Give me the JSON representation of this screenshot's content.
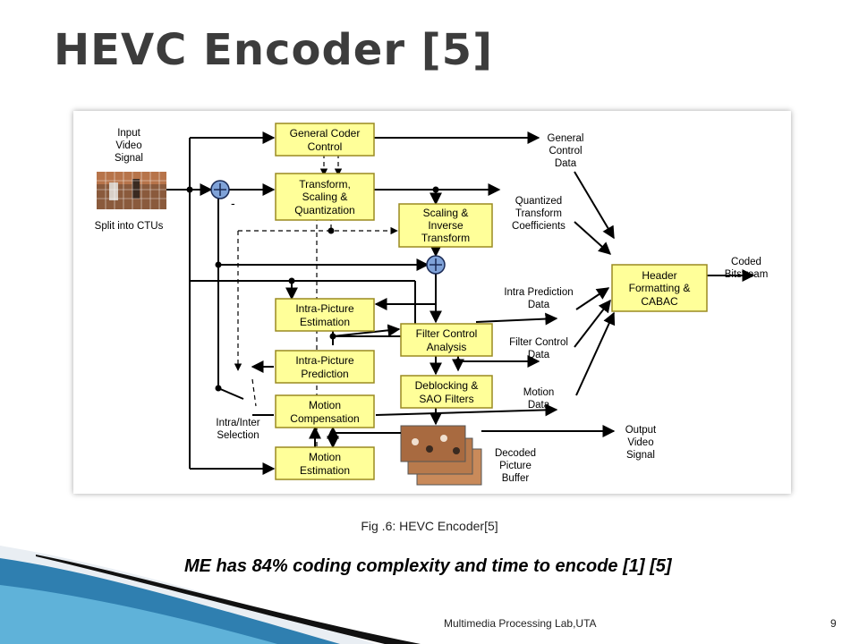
{
  "slide": {
    "title": "HEVC Encoder [5]",
    "caption": "Fig .6: HEVC Encoder[5]",
    "note": "ME has 84% coding complexity and time to encode [1] [5]",
    "footer_lab": "Multimedia Processing Lab,UTA",
    "page_number": "9"
  },
  "diagram": {
    "blocks": {
      "general_coder_control": [
        "General Coder",
        "Control"
      ],
      "transform": [
        "Transform,",
        "Scaling &",
        "Quantization"
      ],
      "scaling_inverse": [
        "Scaling &",
        "Inverse",
        "Transform"
      ],
      "intra_estimation": [
        "Intra-Picture",
        "Estimation"
      ],
      "intra_prediction": [
        "Intra-Picture",
        "Prediction"
      ],
      "filter_control": [
        "Filter Control",
        "Analysis"
      ],
      "deblocking": [
        "Deblocking &",
        "SAO Filters"
      ],
      "motion_compensation": [
        "Motion",
        "Compensation"
      ],
      "motion_estimation": [
        "Motion",
        "Estimation"
      ],
      "header": [
        "Header",
        "Formatting &",
        "CABAC"
      ]
    },
    "labels": {
      "input": [
        "Input",
        "Video",
        "Signal"
      ],
      "split": "Split into CTUs",
      "general_control_data": [
        "General",
        "Control",
        "Data"
      ],
      "quantized": [
        "Quantized",
        "Transform",
        "Coefficients"
      ],
      "coded_bitstream": [
        "Coded",
        "Bitstream"
      ],
      "intra_prediction_data": [
        "Intra Prediction",
        "Data"
      ],
      "filter_control_data": [
        "Filter Control",
        "Data"
      ],
      "motion_data": [
        "Motion",
        "Data"
      ],
      "output": [
        "Output",
        "Video",
        "Signal"
      ],
      "decoded": [
        "Decoded",
        "Picture",
        "Buffer"
      ],
      "intra_inter": [
        "Intra/Inter",
        "Selection"
      ],
      "minus": "-"
    },
    "colors": {
      "block_fill": "#ffff99",
      "block_stroke": "#9a8a20",
      "adder_fill": "#7fa2d8",
      "line": "#000000"
    }
  }
}
